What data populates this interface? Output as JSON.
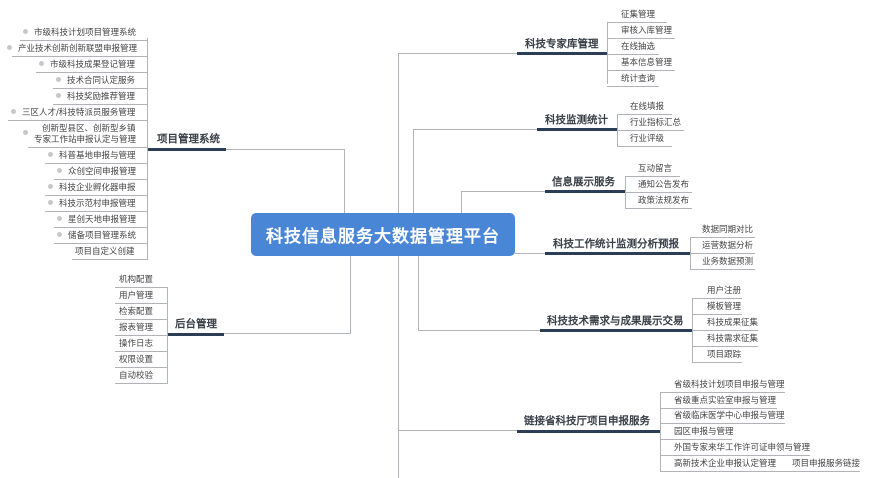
{
  "root": {
    "label": "科技信息服务大数据管理平台",
    "color": "#4a86d6"
  },
  "branches": {
    "project": {
      "label": "项目管理系统",
      "items": [
        "市级科技计划项目管理系统",
        "产业技术创新创新联盟申报管理",
        "市级科技成果登记管理",
        "技术合同认定服务",
        "科技奖励推荐管理",
        "三区人才/科技特派员服务管理",
        "创新型县区、创新型乡镇",
        "专家工作站申报认定与管理",
        "科普基地申报与管理",
        "众创空间申报管理",
        "科技企业孵化器申报",
        "科技示范村申报管理",
        "星创天地申报管理",
        "储备项目管理系统",
        "项目自定义创建"
      ]
    },
    "backend": {
      "label": "后台管理",
      "items": [
        "机构配置",
        "用户管理",
        "检索配置",
        "报表管理",
        "操作日志",
        "权限设置",
        "自动校验"
      ]
    },
    "expert": {
      "label": "科技专家库管理",
      "items": [
        "征集管理",
        "审核入库管理",
        "在线抽选",
        "基本信息管理",
        "统计查询"
      ]
    },
    "monitor": {
      "label": "科技监测统计",
      "items": [
        "在线填报",
        "行业指标汇总",
        "行业评级"
      ]
    },
    "info": {
      "label": "信息展示服务",
      "items": [
        "互动留言",
        "通知公告发布",
        "政策法规发布"
      ]
    },
    "analysis": {
      "label": "科技工作统计监测分析预报",
      "items": [
        "数据同期对比",
        "运营数据分析",
        "业务数据预测"
      ]
    },
    "trade": {
      "label": "科技技术需求与成果展示交易",
      "items": [
        "用户注册",
        "模板管理",
        "科技成果征集",
        "科技需求征集",
        "项目跟踪"
      ]
    },
    "province": {
      "label": "链接省科技厅项目申报服务",
      "items": [
        "省级科技计划项目申报与管理",
        "省级重点实验室申报与管理",
        "省级临床医学中心申报与管理",
        "园区申报与管理",
        "外国专家来华工作许可证申领与管理",
        "高新技术企业申报认定管理"
      ],
      "extra": "项目申报服务链接"
    }
  }
}
